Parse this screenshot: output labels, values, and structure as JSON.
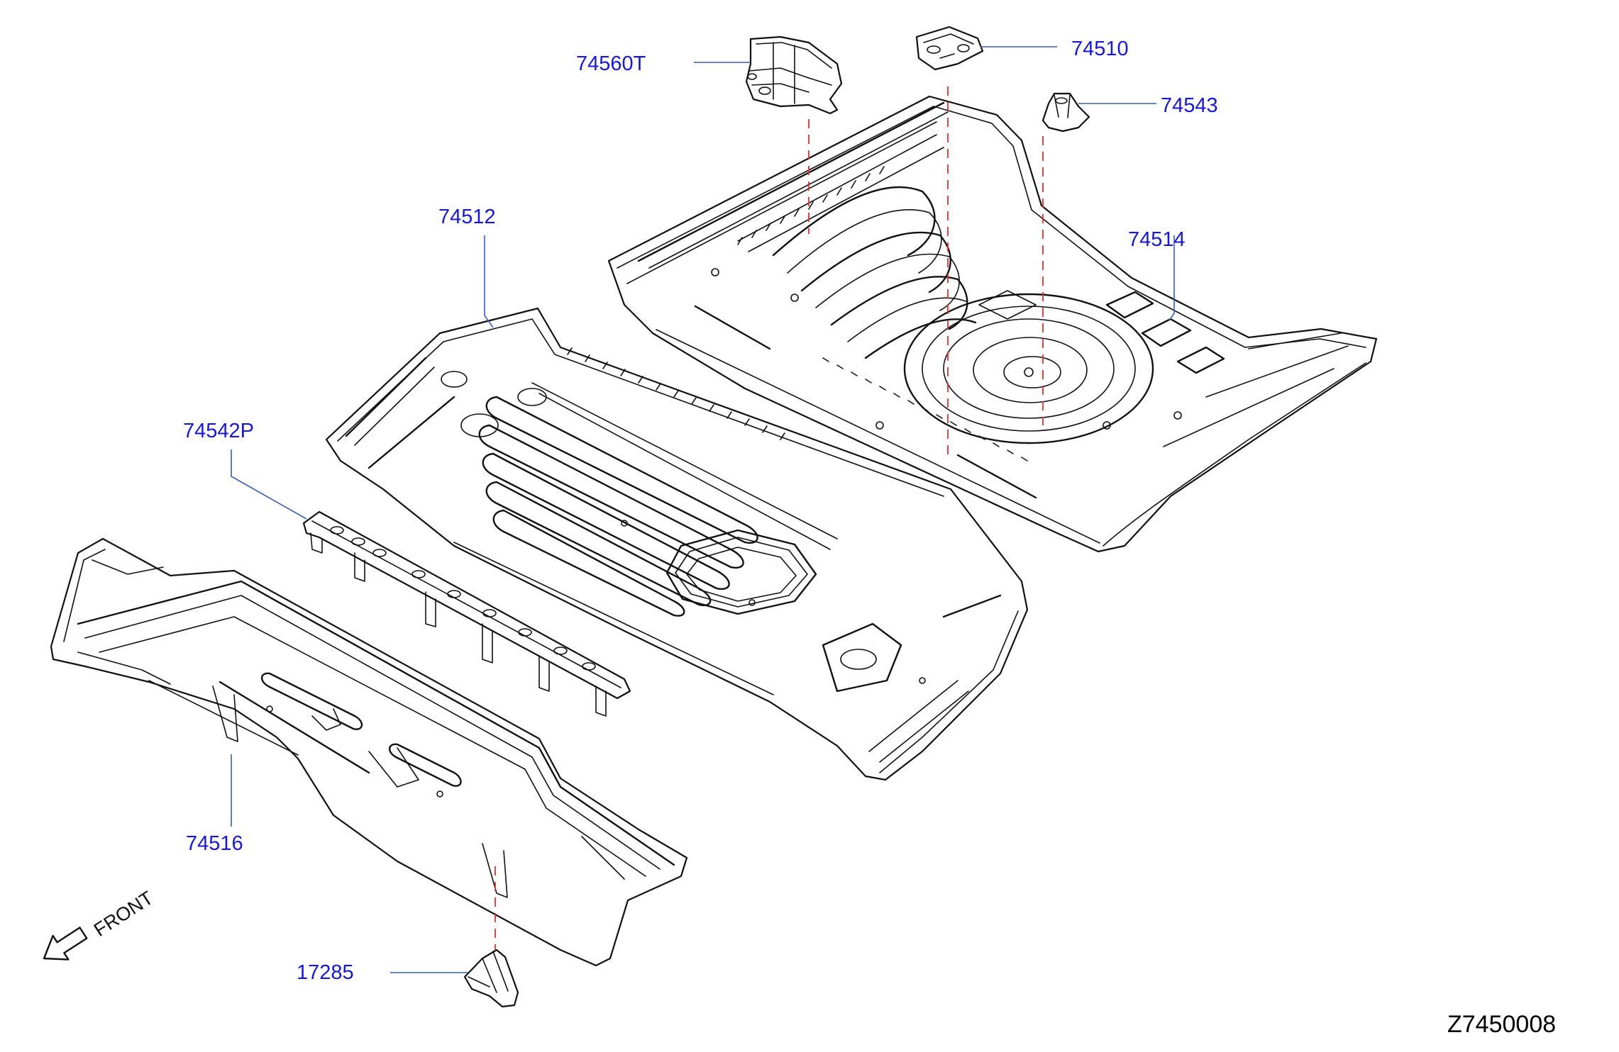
{
  "diagram": {
    "callouts": {
      "p74560T": "74560T",
      "p74510": "74510",
      "p74543": "74543",
      "p74512": "74512",
      "p74514": "74514",
      "p74542P": "74542P",
      "p74516": "74516",
      "p17285": "17285"
    },
    "front_label": "FRONT",
    "diagram_code": "Z7450008"
  },
  "colors": {
    "callout_text": "#1818d0",
    "leader_line": "#3a5fb0",
    "center_line": "#e23030",
    "part_outline": "#111111"
  },
  "icons": {
    "front_arrow": "arrow-down-left-icon"
  }
}
